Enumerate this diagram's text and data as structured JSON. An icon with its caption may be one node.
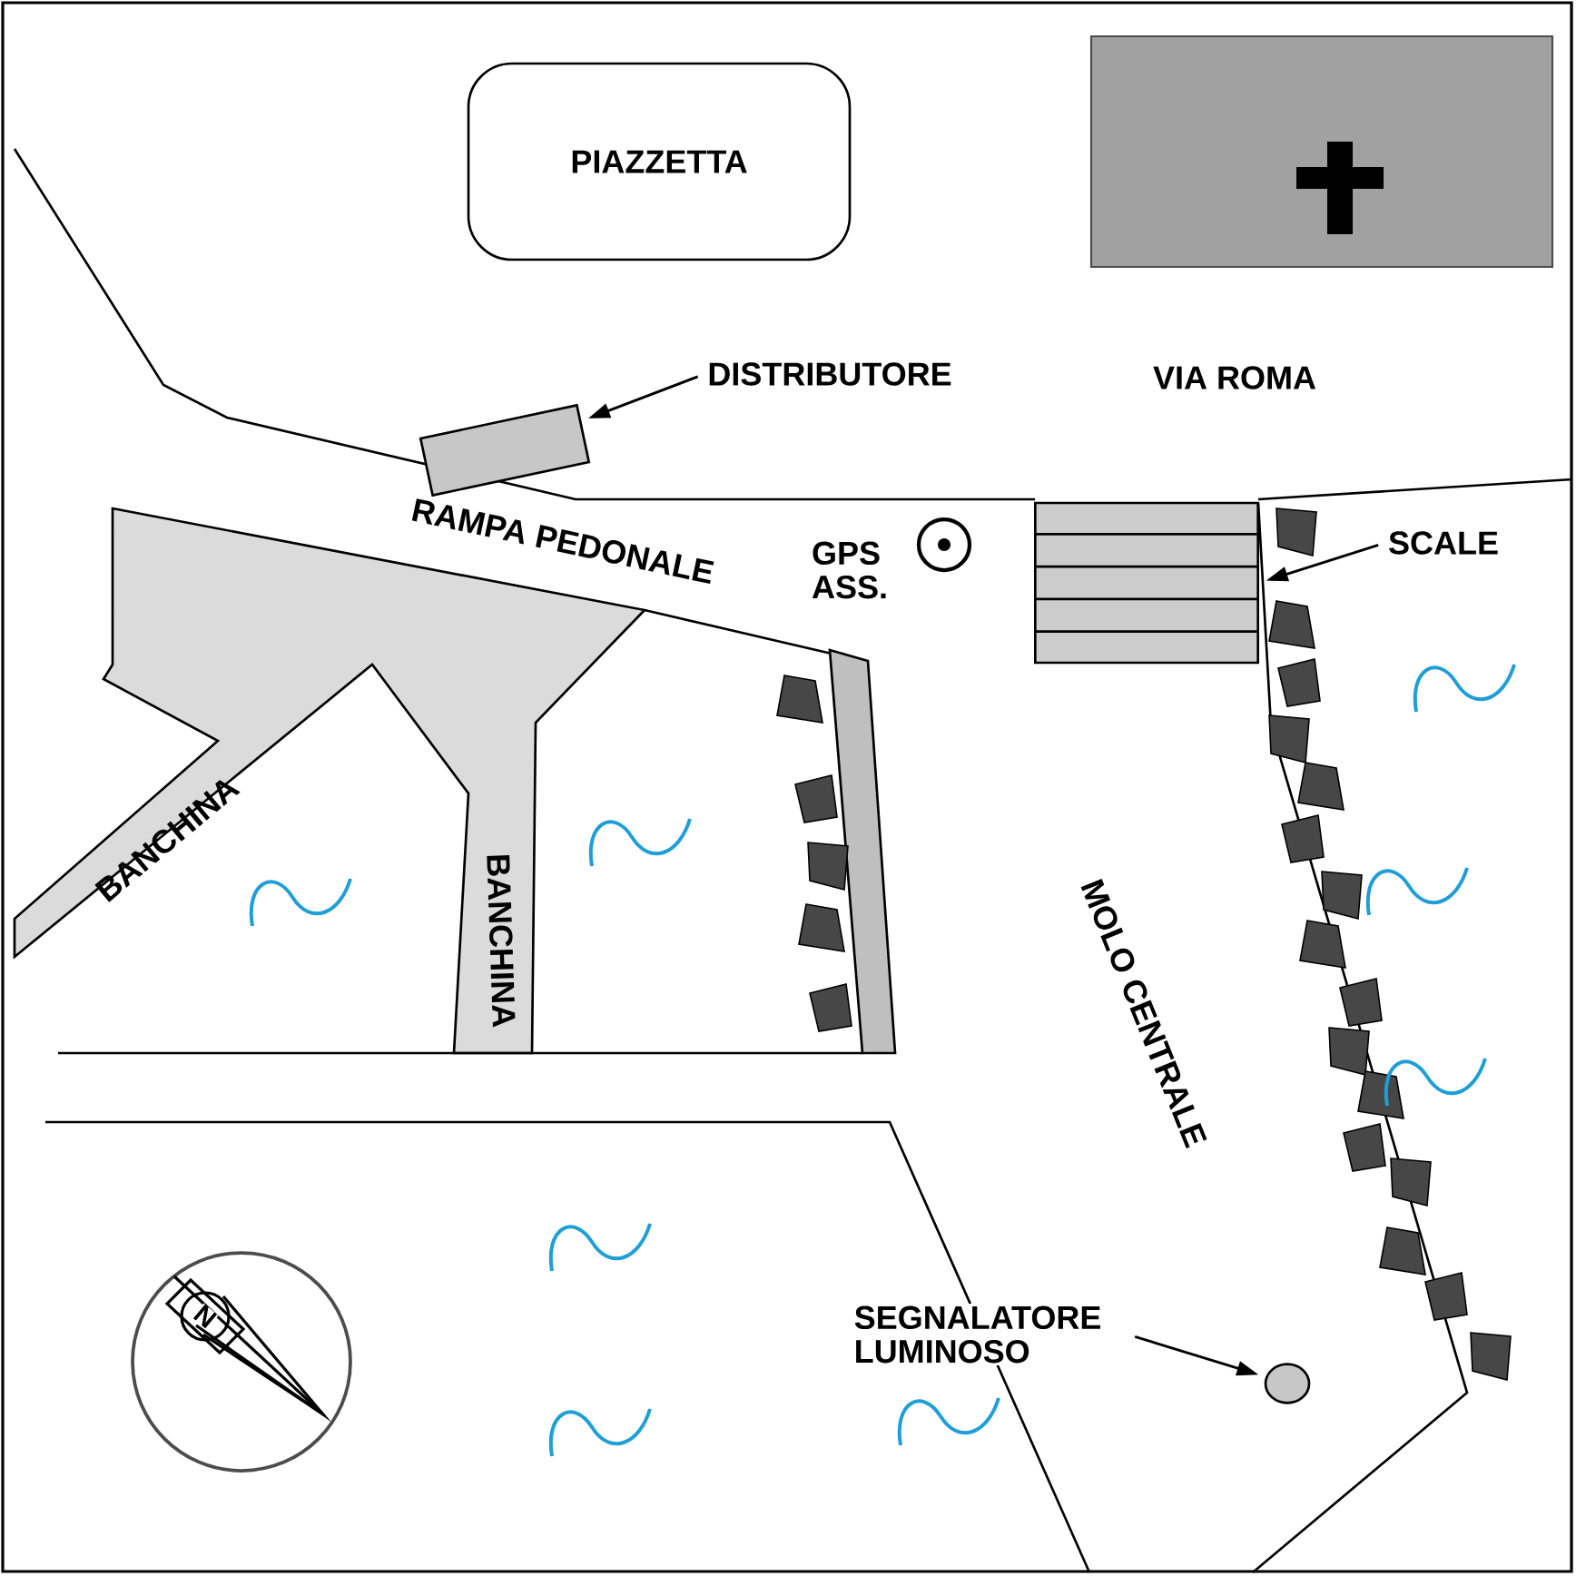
{
  "diagram": {
    "nodes": [
      {
        "text": [
          "PIAZZETTA"
        ]
      },
      {
        "text": [
          "DISTRIBUTORE"
        ]
      },
      {
        "text": [],
        "shape": "box"
      },
      {
        "text": [
          "SCALE"
        ]
      },
      {
        "text": [],
        "shape": "box"
      },
      {
        "text": [
          "SEGNALATORE LUMINOSO"
        ]
      },
      {
        "text": [],
        "shape": "circle"
      }
    ],
    "edges": [
      {
        "from": 1,
        "to": 2,
        "arrow": "to"
      },
      {
        "from": 3,
        "to": 4,
        "arrow": "to"
      },
      {
        "from": 5,
        "to": 6,
        "arrow": "to"
      }
    ],
    "labels": [
      "VIA ROMA",
      "GPS ASS.",
      "RAMPA PEDONALE",
      "BANCHINA",
      "BANCHINA",
      "MOLO CENTRALE",
      "N"
    ]
  }
}
